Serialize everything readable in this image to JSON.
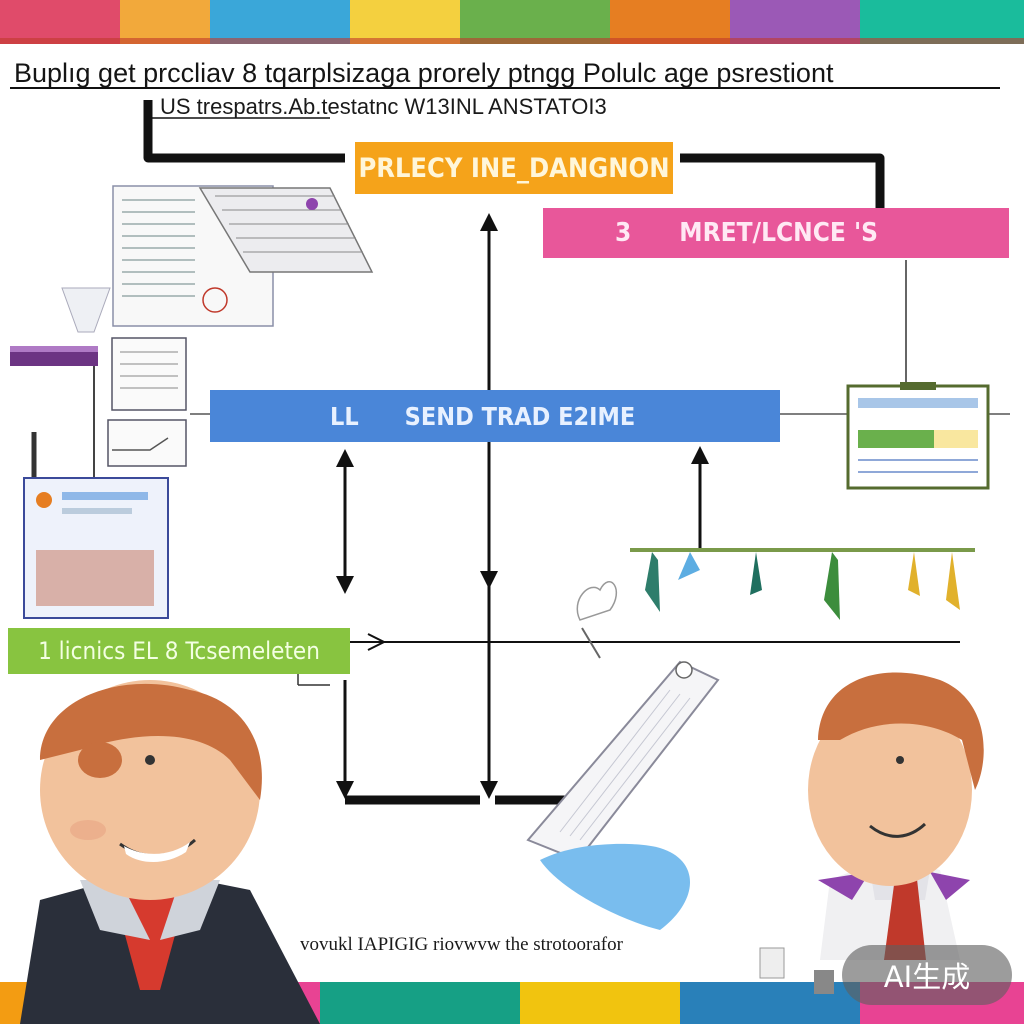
{
  "header": {
    "title": "Buplıg get prccliav 8 tqarplsizaga prorely ptngg Polulc age psrestiont",
    "subtitle": "US trespatrs.Ab.testatnc W13INL ANSTATOI3"
  },
  "diagram": {
    "policy_box": {
      "label": "PRLECY INE_DANGNON",
      "color": "#f5a31a"
    },
    "market_box": {
      "number": "3",
      "label": "MRET/LCNCE 'S",
      "color": "#e8579a"
    },
    "trend_box": {
      "prefix": "LL",
      "label": "SEND TRAD E2IME",
      "color": "#4a86d8"
    },
    "tools_box": {
      "label": "1 licnics  EL  8 Tcsemeleten",
      "color": "#88c440"
    }
  },
  "footer": {
    "caption": "vovukl IAPIGIG riovwvw the strotoorafor",
    "badge_label": "AI生成"
  },
  "colors": {
    "background": "#ffffff",
    "arrow": "#111111",
    "skin": "#f2c29c",
    "hair": "#c86f3e",
    "suit": "#2a2f3a",
    "tie": "#d63a2e"
  }
}
